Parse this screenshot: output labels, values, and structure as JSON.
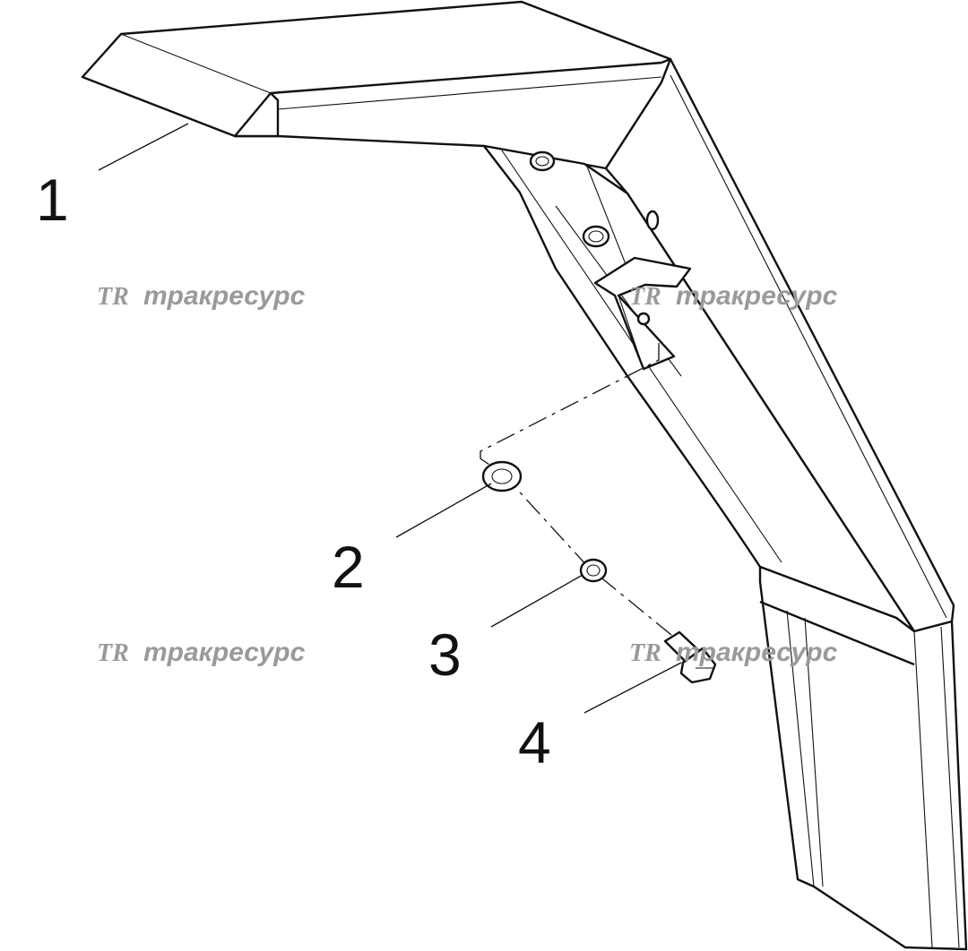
{
  "callouts": [
    {
      "id": "fender",
      "label": "1"
    },
    {
      "id": "washer-large",
      "label": "2"
    },
    {
      "id": "washer-spring",
      "label": "3"
    },
    {
      "id": "bolt",
      "label": "4"
    }
  ],
  "watermark": {
    "logo": "TR",
    "text": "тракресурс"
  },
  "colors": {
    "line": "#111111",
    "watermark": "#9a9a9a",
    "background": "#ffffff"
  }
}
